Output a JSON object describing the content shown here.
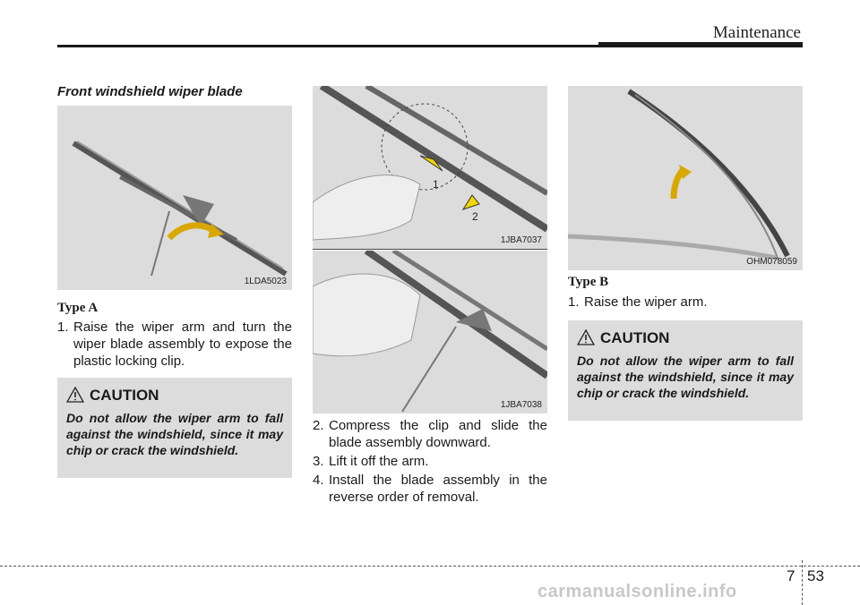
{
  "header": {
    "section": "Maintenance"
  },
  "main": {
    "title": "Front windshield wiper blade",
    "figures": {
      "a": "1LDA5023",
      "b1": "1JBA7037",
      "b2": "1JBA7038",
      "c": "OHM078059"
    },
    "figure_callouts": {
      "one": "1",
      "two": "2"
    },
    "type_a": {
      "heading": "Type A",
      "steps": [
        {
          "num": "1.",
          "text": "Raise the wiper arm and turn the wiper blade assembly to expose the plastic locking clip."
        }
      ]
    },
    "middle_steps": [
      {
        "num": "2.",
        "text": "Compress the clip and slide the blade assembly downward."
      },
      {
        "num": "3.",
        "text": "Lift it off the arm."
      },
      {
        "num": "4.",
        "text": "Install the blade assembly in the reverse order of removal."
      }
    ],
    "type_b": {
      "heading": "Type B",
      "steps": [
        {
          "num": "1.",
          "text": "Raise the wiper arm."
        }
      ]
    },
    "caution": {
      "title": "CAUTION",
      "text": "Do not allow the wiper arm to fall against the windshield, since it may chip or crack the windshield."
    }
  },
  "footer": {
    "chapter": "7",
    "page": "53",
    "watermark": "carmanualsonline.info"
  }
}
